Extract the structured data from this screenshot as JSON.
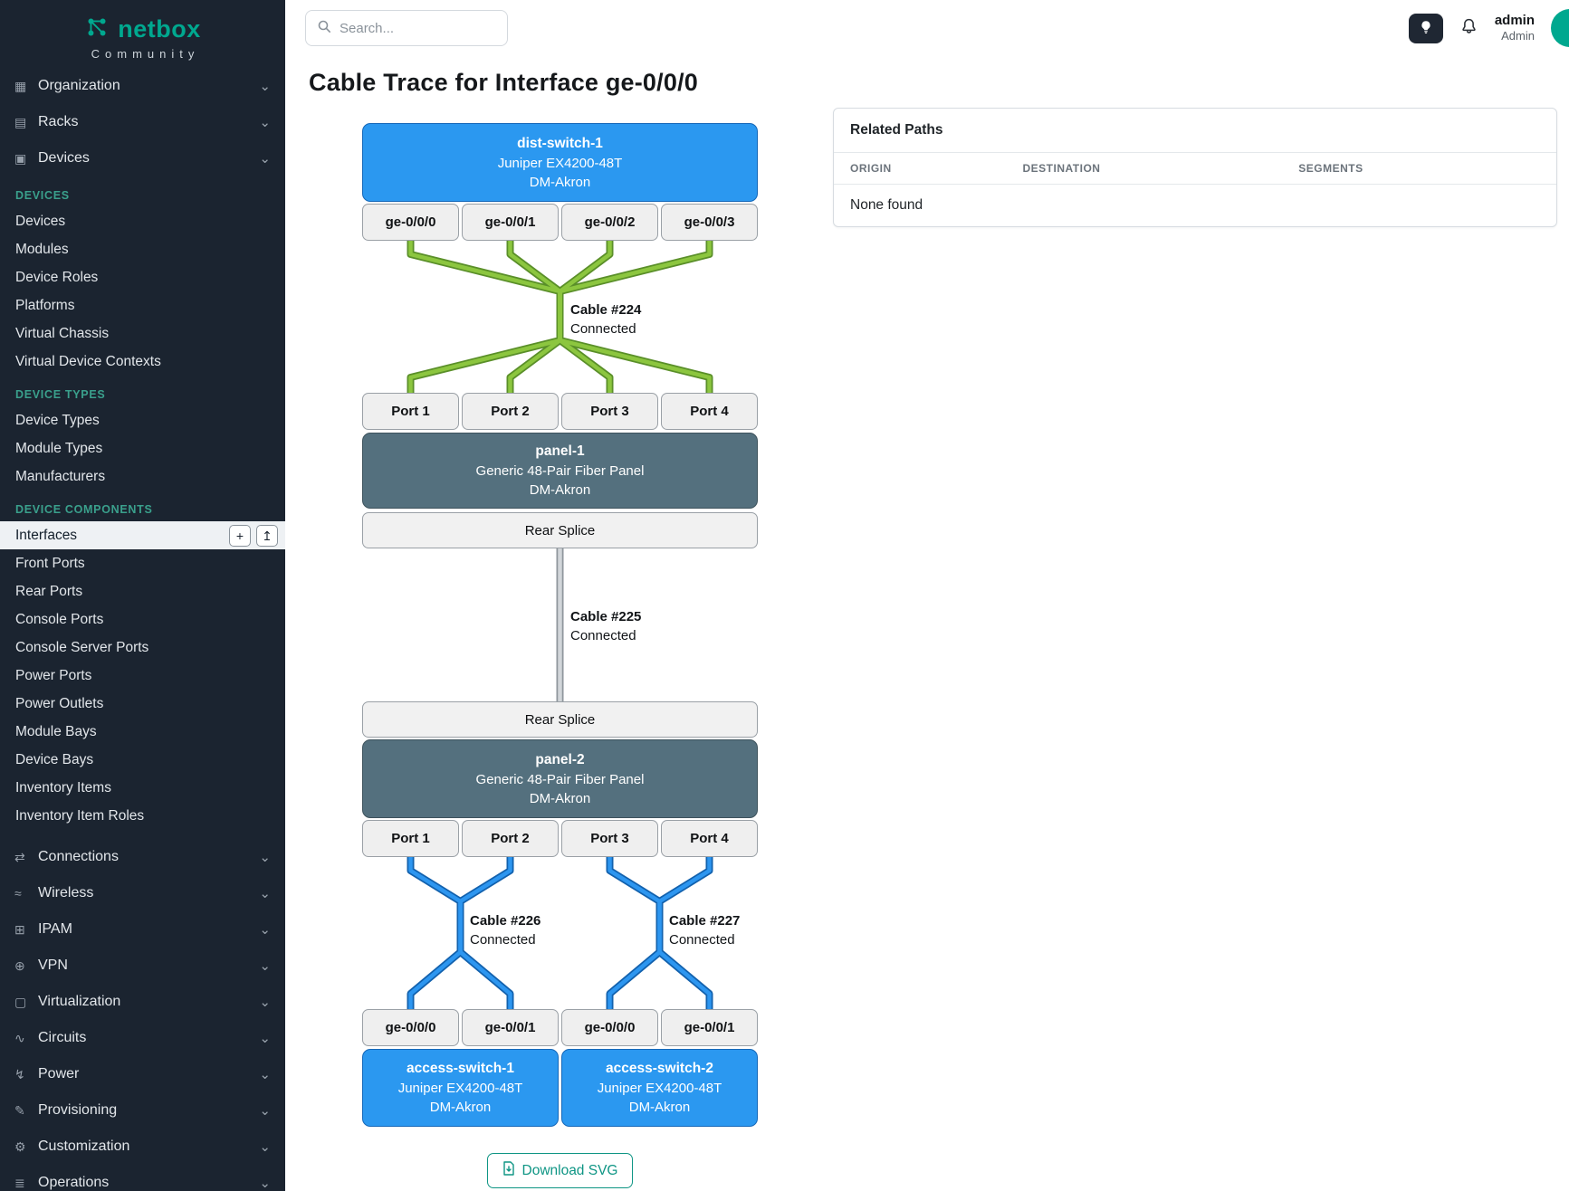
{
  "colors": {
    "accent_teal": "#00a88f",
    "sidebar_bg": "#1b2430",
    "node_blue": "#2b98f0",
    "node_slate": "#54707e",
    "cable_green": "#8cc63f",
    "cable_blue": "#2d96f0",
    "cable_gray": "#d2d6da"
  },
  "sidebar": {
    "brand": "netbox",
    "brand_subtitle": "Community",
    "chevron_glyph": "⌄",
    "top_groups": [
      {
        "label": "Organization",
        "glyph": "▦"
      },
      {
        "label": "Racks",
        "glyph": "▤"
      },
      {
        "label": "Devices",
        "glyph": "▣"
      }
    ],
    "sections": [
      {
        "title": "DEVICES",
        "items": [
          "Devices",
          "Modules",
          "Device Roles",
          "Platforms",
          "Virtual Chassis",
          "Virtual Device Contexts"
        ]
      },
      {
        "title": "DEVICE TYPES",
        "items": [
          "Device Types",
          "Module Types",
          "Manufacturers"
        ]
      },
      {
        "title": "DEVICE COMPONENTS",
        "items": [
          "Interfaces",
          "Front Ports",
          "Rear Ports",
          "Console Ports",
          "Console Server Ports",
          "Power Ports",
          "Power Outlets",
          "Module Bays",
          "Device Bays",
          "Inventory Items",
          "Inventory Item Roles"
        ]
      }
    ],
    "active_item": "Interfaces",
    "active_actions": {
      "add_glyph": "+",
      "import_glyph": "↥"
    },
    "bottom_groups": [
      {
        "label": "Connections",
        "glyph": "⇄"
      },
      {
        "label": "Wireless",
        "glyph": "≈"
      },
      {
        "label": "IPAM",
        "glyph": "⊞"
      },
      {
        "label": "VPN",
        "glyph": "⊕"
      },
      {
        "label": "Virtualization",
        "glyph": "▢"
      },
      {
        "label": "Circuits",
        "glyph": "∿"
      },
      {
        "label": "Power",
        "glyph": "↯"
      },
      {
        "label": "Provisioning",
        "glyph": "✎"
      },
      {
        "label": "Customization",
        "glyph": "⚙"
      },
      {
        "label": "Operations",
        "glyph": "≣"
      }
    ]
  },
  "topbar": {
    "search_placeholder": "Search...",
    "username": "admin",
    "role": "Admin"
  },
  "main": {
    "title": "Cable Trace for Interface ge-0/0/0"
  },
  "related_paths": {
    "title": "Related Paths",
    "columns": [
      "ORIGIN",
      "DESTINATION",
      "SEGMENTS"
    ],
    "empty_message": "None found"
  },
  "trace": {
    "origin": {
      "name": "dist-switch-1",
      "model": "Juniper EX4200-48T",
      "site": "DM-Akron",
      "ports": [
        "ge-0/0/0",
        "ge-0/0/1",
        "ge-0/0/2",
        "ge-0/0/3"
      ]
    },
    "cable_224": {
      "id": "Cable #224",
      "status": "Connected"
    },
    "panel_1": {
      "name": "panel-1",
      "model": "Generic 48-Pair Fiber Panel",
      "site": "DM-Akron",
      "front_ports": [
        "Port 1",
        "Port 2",
        "Port 3",
        "Port 4"
      ],
      "rear": "Rear Splice"
    },
    "cable_225": {
      "id": "Cable #225",
      "status": "Connected"
    },
    "panel_2": {
      "name": "panel-2",
      "model": "Generic 48-Pair Fiber Panel",
      "site": "DM-Akron",
      "front_ports": [
        "Port 1",
        "Port 2",
        "Port 3",
        "Port 4"
      ],
      "rear": "Rear Splice"
    },
    "cable_226": {
      "id": "Cable #226",
      "status": "Connected"
    },
    "cable_227": {
      "id": "Cable #227",
      "status": "Connected"
    },
    "access_ports": [
      "ge-0/0/0",
      "ge-0/0/1",
      "ge-0/0/0",
      "ge-0/0/1"
    ],
    "access_switches": [
      {
        "name": "access-switch-1",
        "model": "Juniper EX4200-48T",
        "site": "DM-Akron"
      },
      {
        "name": "access-switch-2",
        "model": "Juniper EX4200-48T",
        "site": "DM-Akron"
      }
    ],
    "download_label": "Download SVG"
  }
}
